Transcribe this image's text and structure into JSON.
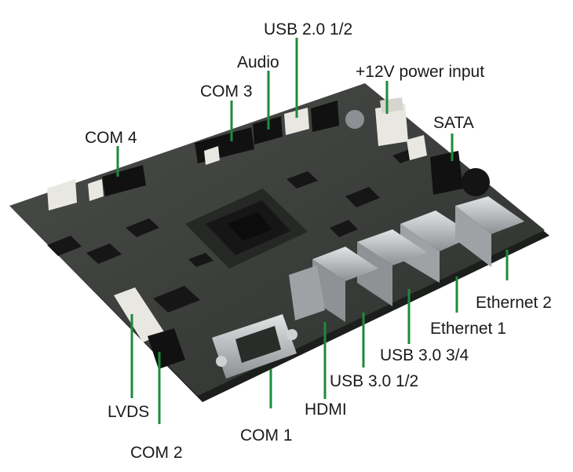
{
  "labels": {
    "usb20": "USB 2.0 1/2",
    "audio": "Audio",
    "power": "+12V power input",
    "com3": "COM 3",
    "sata": "SATA",
    "com4": "COM 4",
    "ethernet2": "Ethernet 2",
    "ethernet1": "Ethernet 1",
    "usb30_34": "USB 3.0 3/4",
    "usb30_12": "USB 3.0 1/2",
    "hdmi": "HDMI",
    "lvds": "LVDS",
    "com1": "COM 1",
    "com2": "COM 2"
  },
  "colors": {
    "leader": "#1e8a3c",
    "pcb": "#3c3f3c",
    "pcb_edge": "#1c1e1c",
    "metal": "#b9bcbf",
    "connector_white": "#e9e7e1",
    "chip": "#161616"
  }
}
